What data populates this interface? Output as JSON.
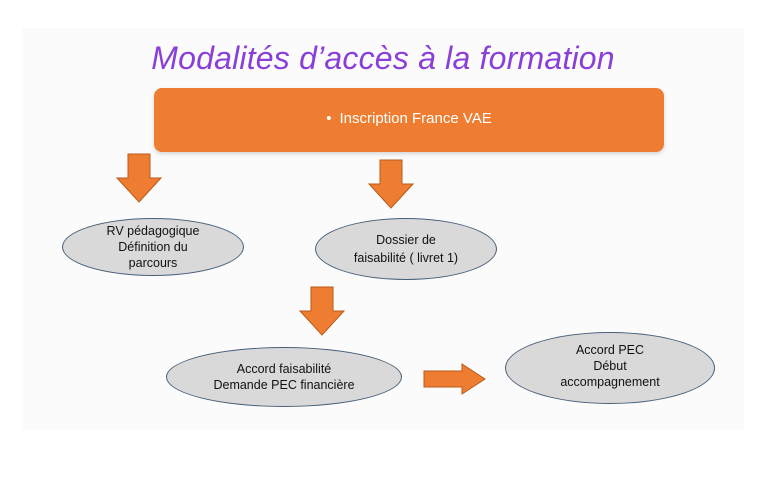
{
  "title": "Modalités d’accès à la formation",
  "banner": {
    "bullet": "•",
    "text": "Inscription France VAE"
  },
  "nodes": {
    "rv": {
      "line1": "RV pédagogique",
      "line2": "Définition du",
      "line3": "parcours"
    },
    "dossier": {
      "line1": "Dossier de",
      "line2": "faisabilité ( livret 1)"
    },
    "accord_faisabilite": {
      "line1": "Accord faisabilité",
      "line2": "Demande PEC financière"
    },
    "accord_pec": {
      "line1": "Accord PEC",
      "line2": "Début",
      "line3": "accompagnement"
    }
  },
  "colors": {
    "title": "#8a3fd8",
    "banner": "#ee7d31",
    "arrow": "#ee7d31",
    "ellipse_fill": "#d9d9d9",
    "ellipse_border": "#46607a"
  }
}
